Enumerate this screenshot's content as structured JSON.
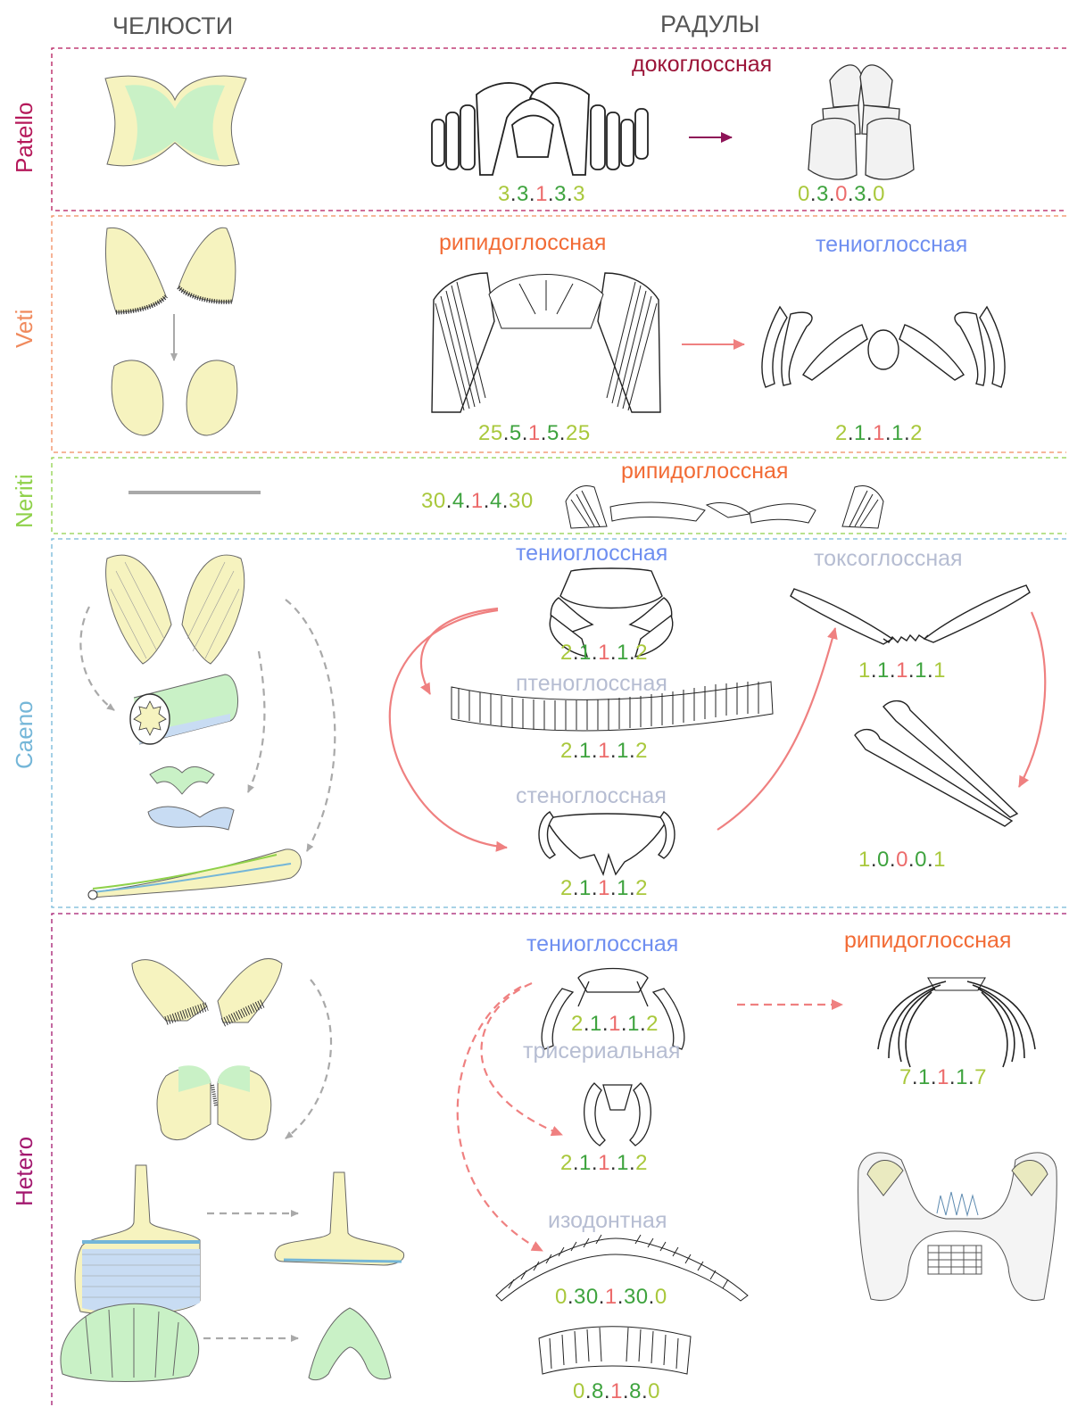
{
  "header": {
    "jaws": "ЧЕЛЮСТИ",
    "radulae": "РАДУЛЫ"
  },
  "colors": {
    "Patello": "#b5185a",
    "Veti": "#f08a5d",
    "Neriti": "#8fd14a",
    "Caeno": "#74b6d8",
    "Hetero": "#a3176e",
    "docoglossate": "#9b1438",
    "rhipidoglossate": "#f26b35",
    "taenioglossate": "#6f8ff0",
    "grey_type": "#b6bdd2",
    "arrow_pink": "#ef8080",
    "arrow_dark": "#8e1458",
    "arrow_grey": "#a9a9a9",
    "jaw_yellow": "#f6f3bf",
    "jaw_green": "#c9f1c6",
    "jaw_blue": "#c8dcf3",
    "digit_light_green": "#a9c83c",
    "digit_green": "#3ea33e",
    "digit_red": "#ec6b6b"
  },
  "groups": [
    {
      "key": "Patello",
      "label": "Patello"
    },
    {
      "key": "Veti",
      "label": "Veti"
    },
    {
      "key": "Neriti",
      "label": "Neriti"
    },
    {
      "key": "Caeno",
      "label": "Caeno"
    },
    {
      "key": "Hetero",
      "label": "Hetero"
    }
  ],
  "radula_types": {
    "patello_doco": "докоглоссная",
    "veti_rhipi": "рипидоглоссная",
    "veti_taenio": "тениоглоссная",
    "neriti_rhipi": "рипидоглоссная",
    "caeno_taenio": "тениоглоссная",
    "caeno_ptenog": "птеноглоссная",
    "caeno_stenog": "стеноглоссная",
    "caeno_toxog": "токсоглоссная",
    "hetero_taenio": "тениоглоссная",
    "hetero_rhipi": "рипидоглоссная",
    "hetero_triser": "трисериальная",
    "hetero_isodont": "изодонтная"
  },
  "formulas": {
    "patello_a": [
      "3",
      "3",
      "1",
      "3",
      "3"
    ],
    "patello_b": [
      "0",
      "3",
      "0",
      "3",
      "0"
    ],
    "veti_a": [
      "25",
      "5",
      "1",
      "5",
      "25"
    ],
    "veti_b": [
      "2",
      "1",
      "1",
      "1",
      "2"
    ],
    "neriti": [
      "30",
      "4",
      "1",
      "4",
      "30"
    ],
    "caeno_taenio": [
      "2",
      "1",
      "1",
      "1",
      "2"
    ],
    "caeno_ptenog": [
      "2",
      "1",
      "1",
      "1",
      "2"
    ],
    "caeno_stenog": [
      "2",
      "1",
      "1",
      "1",
      "2"
    ],
    "caeno_toxog": [
      "1",
      "1",
      "1",
      "1",
      "1"
    ],
    "caeno_toxog_b": [
      "1",
      "0",
      "0",
      "0",
      "1"
    ],
    "hetero_taenio": [
      "2",
      "1",
      "1",
      "1",
      "2"
    ],
    "hetero_rhipi": [
      "7",
      "1",
      "1",
      "1",
      "7"
    ],
    "hetero_triser": [
      "2",
      "1",
      "1",
      "1",
      "2"
    ],
    "hetero_isodont_a": [
      "0",
      "30",
      "1",
      "30",
      "0"
    ],
    "hetero_isodont_b": [
      "0",
      "8",
      "1",
      "8",
      "0"
    ]
  }
}
